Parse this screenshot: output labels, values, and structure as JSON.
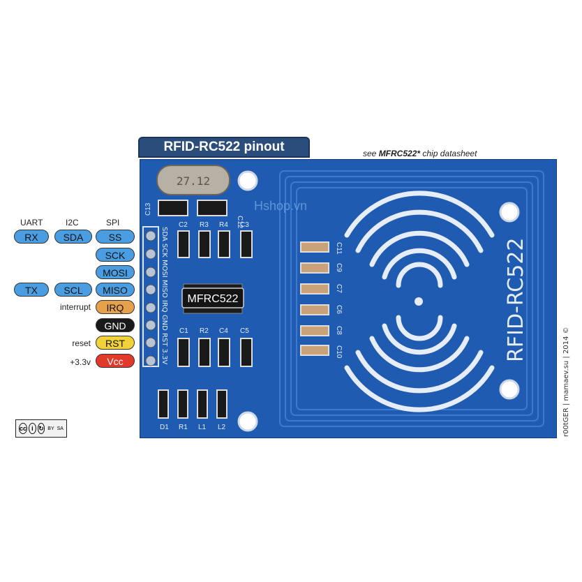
{
  "title": "RFID-RC522 pinout",
  "note": {
    "prefix": "see ",
    "chip": "MFRC522*",
    "suffix": " chip datasheet"
  },
  "board": {
    "crystal": "27.12",
    "chip_label": "MFRC522",
    "board_label": "RFID-RC522",
    "watermark": "Hshop.vn",
    "pin_header": "SDA SCK MOSI MISO IRQ GND RST 3.3V",
    "components_top": [
      "C2",
      "R3",
      "R4",
      "C3"
    ],
    "components_mid": [
      "C1",
      "R2",
      "C4",
      "C5"
    ],
    "components_bottom": [
      "D1",
      "R1",
      "L1",
      "L2"
    ],
    "side_caps": [
      "C13",
      "C12"
    ],
    "right_caps": [
      "C11",
      "C9",
      "C7",
      "C6",
      "C8",
      "C10"
    ]
  },
  "protocol_headers": [
    "UART",
    "I2C",
    "SPI"
  ],
  "pins": [
    {
      "uart": "RX",
      "i2c": "SDA",
      "spi": "SS",
      "color": "blue"
    },
    {
      "uart": "",
      "i2c": "",
      "spi": "SCK",
      "color": "blue"
    },
    {
      "uart": "",
      "i2c": "",
      "spi": "MOSI",
      "color": "blue"
    },
    {
      "uart": "TX",
      "i2c": "SCL",
      "spi": "MISO",
      "color": "blue"
    },
    {
      "side": "interrupt",
      "spi": "IRQ",
      "color": "orange"
    },
    {
      "side": "",
      "spi": "GND",
      "color": "black"
    },
    {
      "side": "reset",
      "spi": "RST",
      "color": "yellow"
    },
    {
      "side": "+3.3v",
      "spi": "Vcc",
      "color": "red"
    }
  ],
  "credit": "r00tGER | mamaev.su | 2014 ©",
  "license": {
    "by": "BY",
    "sa": "SA"
  },
  "colors": {
    "board": "#1f5bb0",
    "title": "#2a4d7c",
    "pin_blue": "#4a9de0",
    "pin_orange": "#e6a24a",
    "pin_yellow": "#f2d23a",
    "pin_red": "#e23a2a"
  }
}
